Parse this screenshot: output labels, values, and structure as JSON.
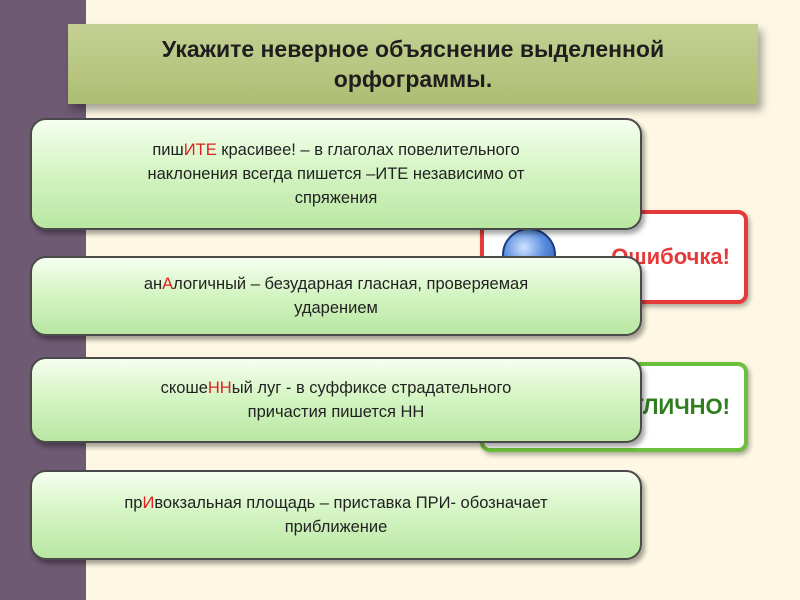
{
  "title": "Укажите неверное объяснение выделенной\nорфограммы.",
  "feedback_error": "Ошибочка!",
  "feedback_correct": "ОТЛИЧНО!",
  "options": [
    {
      "lead": "пиш",
      "hl": "ИТЕ",
      "rest": " красивее! – в глаголах повелительного наклонения всегда пишется –ИТЕ независимо от спряжения"
    },
    {
      "lead": "ан",
      "hl": "А",
      "rest": "логичный – безударная гласная, проверяемая ударением"
    },
    {
      "lead": "скоше",
      "hl": "НН",
      "rest": "ый луг - в суффиксе страдательного причастия пишется НН"
    },
    {
      "lead": "пр",
      "hl": "И",
      "rest": "вокзальная площадь – приставка ПРИ- обозначает приближение"
    }
  ],
  "colors": {
    "highlight": "#e02020",
    "error": "#e53a3a",
    "correct": "#2e7d1e"
  },
  "icons": {
    "feedback_face": "sad-face-icon"
  }
}
